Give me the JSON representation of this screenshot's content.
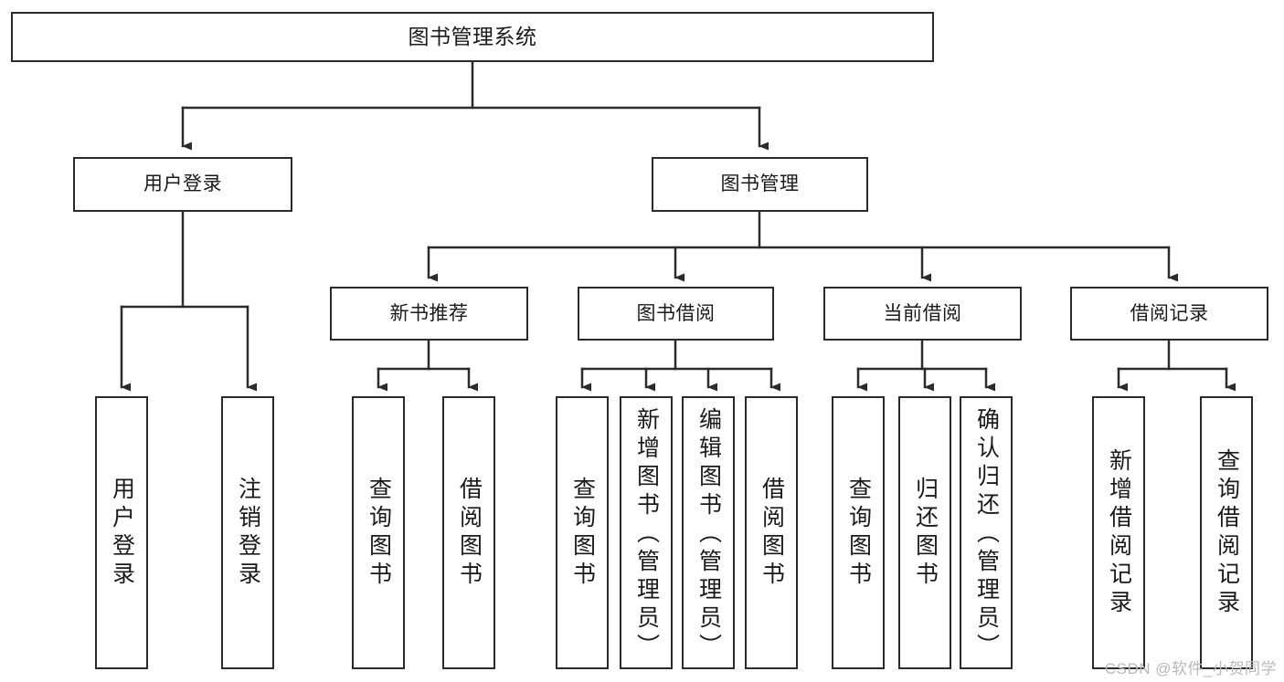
{
  "diagram": {
    "type": "tree",
    "title": "图书管理系统",
    "watermark": "CSDN @软件_小贺同学",
    "colors": {
      "stroke": "#2b2b2b",
      "fill": "#ffffff",
      "text": "#1a1a1a",
      "watermark": "#b9b9b9"
    },
    "root": {
      "label": "图书管理系统"
    },
    "level1": [
      {
        "label": "用户登录"
      },
      {
        "label": "图书管理"
      }
    ],
    "level2": [
      {
        "label": "新书推荐"
      },
      {
        "label": "图书借阅"
      },
      {
        "label": "当前借阅"
      },
      {
        "label": "借阅记录"
      }
    ],
    "leaves": {
      "user_login": [
        {
          "label": "用户登录"
        },
        {
          "label": "注销登录"
        }
      ],
      "new_book_rec": [
        {
          "label": "查询图书"
        },
        {
          "label": "借阅图书"
        }
      ],
      "book_borrow": [
        {
          "label": "查询图书"
        },
        {
          "label": "新增图书（管理员）"
        },
        {
          "label": "编辑图书（管理员）"
        },
        {
          "label": "借阅图书"
        }
      ],
      "current_borrow": [
        {
          "label": "查询图书"
        },
        {
          "label": "归还图书"
        },
        {
          "label": "确认归还（管理员）"
        }
      ],
      "borrow_record": [
        {
          "label": "新增借阅记录"
        },
        {
          "label": "查询借阅记录"
        }
      ]
    }
  }
}
